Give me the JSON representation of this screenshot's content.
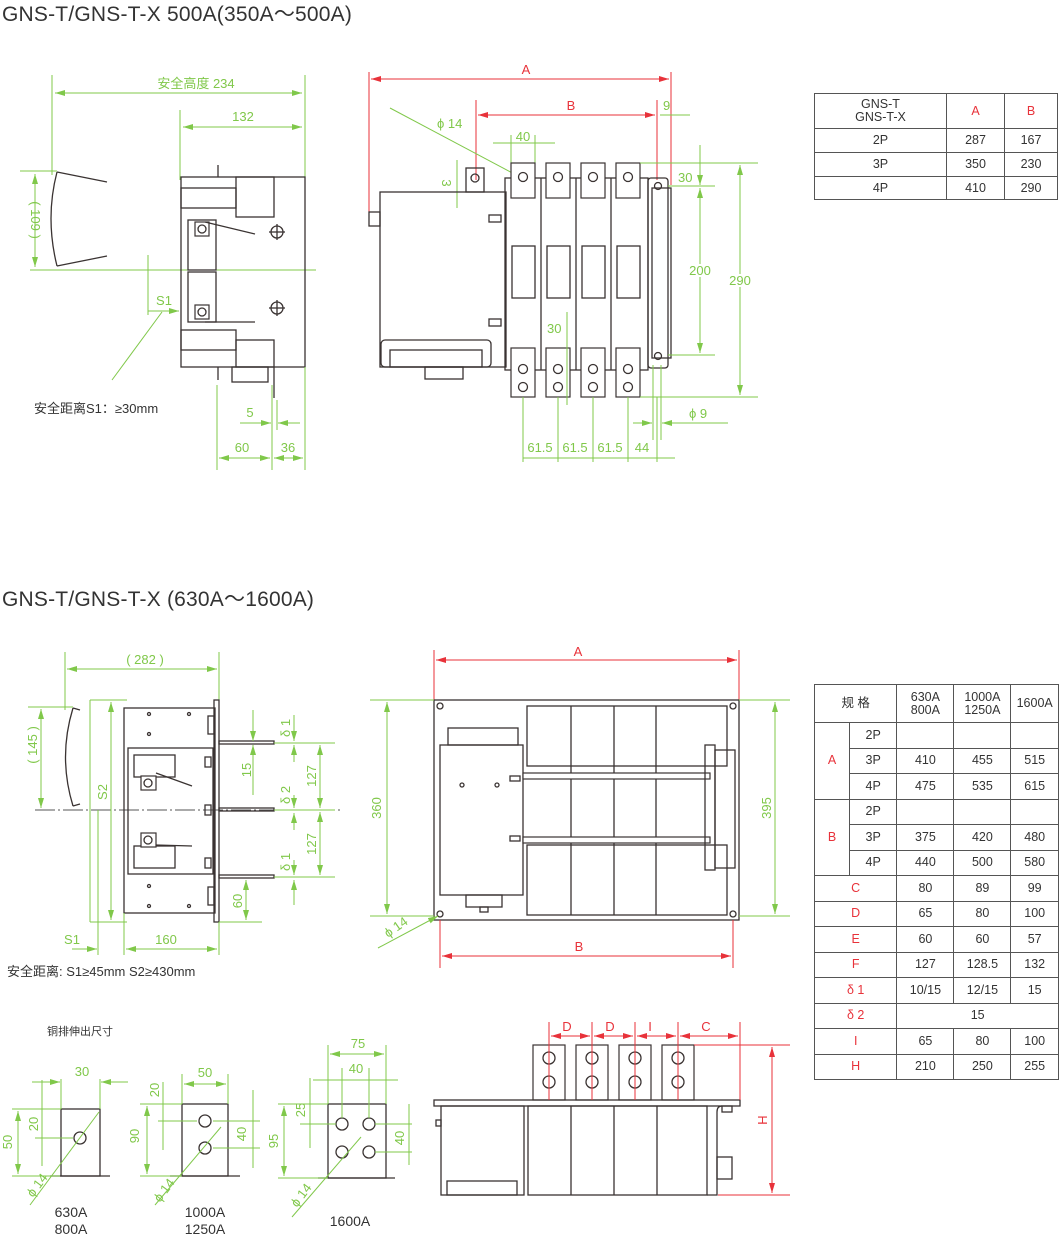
{
  "section1": {
    "title": "GNS-T/GNS-T-X 500A(350A～500A)",
    "side_view": {
      "safe_height": "安全高度 234",
      "depth": "132",
      "handle_height": "( 109 )",
      "s1": "S1",
      "safe_distance_note": "安全距离S1：≥30mm",
      "dim_5": "5",
      "dim_60": "60",
      "dim_36": "36"
    },
    "front_view": {
      "dim_a": "A",
      "dim_b": "B",
      "dim_9": "9",
      "hole_dia": "ϕ 14",
      "terminal_width": "40",
      "dim_3": "3",
      "dim_30_top": "30",
      "dim_200": "200",
      "dim_290": "290",
      "dim_30_mid": "30",
      "mount_hole": "ϕ 9",
      "pitch_1": "61.5",
      "pitch_2": "61.5",
      "pitch_3": "61.5",
      "dim_44": "44"
    },
    "table": {
      "header_model": [
        "GNS-T",
        "GNS-T-X"
      ],
      "header_a": "A",
      "header_b": "B",
      "rows": [
        {
          "pole": "2P",
          "a": "287",
          "b": "167"
        },
        {
          "pole": "3P",
          "a": "350",
          "b": "230"
        },
        {
          "pole": "4P",
          "a": "410",
          "b": "290"
        }
      ]
    }
  },
  "section2": {
    "title": "GNS-T/GNS-T-X (630A～1600A)",
    "side_view": {
      "depth": "( 282 )",
      "handle_height": "( 145 )",
      "s2": "S2",
      "s1": "S1",
      "width_160": "160",
      "delta1_top": "δ 1",
      "dim_15": "15",
      "dim_127_top": "127",
      "delta2": "δ 2",
      "dim_127_bottom": "127",
      "delta1_bottom": "δ 1",
      "dim_60": "60",
      "safe_distance_note": "安全距离: S1≥45mm  S2≥430mm"
    },
    "front_view": {
      "dim_a": "A",
      "dim_b": "B",
      "dim_360": "360",
      "dim_395": "395",
      "mount_hole": "ϕ 14"
    },
    "copper_bar": {
      "title": "铜排伸出尺寸",
      "bar_630": {
        "width": "30",
        "hole_offset": "20",
        "length": "50",
        "hole": "ϕ 14",
        "label_1": "630A",
        "label_2": "800A"
      },
      "bar_1000": {
        "width": "50",
        "hole_offset": "20",
        "length": "90",
        "hole_pitch": "40",
        "hole": "ϕ 14",
        "label_1": "1000A",
        "label_2": "1250A"
      },
      "bar_1600": {
        "width": "75",
        "hole_pitch_h": "40",
        "hole_offset": "25",
        "length": "95",
        "hole_pitch_v": "40",
        "hole": "ϕ 14",
        "label_1": "1600A"
      }
    },
    "bottom_view": {
      "dim_d1": "D",
      "dim_d2": "D",
      "dim_i": "I",
      "dim_c": "C",
      "dim_h": "H"
    },
    "table": {
      "header_spec": "规 格",
      "columns": [
        [
          "630A",
          "800A"
        ],
        [
          "1000A",
          "1250A"
        ],
        [
          "1600A"
        ]
      ],
      "group_a": "A",
      "group_b": "B",
      "a_rows": [
        {
          "pole": "2P",
          "v": [
            "",
            "",
            ""
          ]
        },
        {
          "pole": "3P",
          "v": [
            "410",
            "455",
            "515"
          ]
        },
        {
          "pole": "4P",
          "v": [
            "475",
            "535",
            "615"
          ]
        }
      ],
      "b_rows": [
        {
          "pole": "2P",
          "v": [
            "",
            "",
            ""
          ]
        },
        {
          "pole": "3P",
          "v": [
            "375",
            "420",
            "480"
          ]
        },
        {
          "pole": "4P",
          "v": [
            "440",
            "500",
            "580"
          ]
        }
      ],
      "rows": [
        {
          "name": "C",
          "v": [
            "80",
            "89",
            "99"
          ]
        },
        {
          "name": "D",
          "v": [
            "65",
            "80",
            "100"
          ]
        },
        {
          "name": "E",
          "v": [
            "60",
            "60",
            "57"
          ]
        },
        {
          "name": "F",
          "v": [
            "127",
            "128.5",
            "132"
          ]
        },
        {
          "name": "δ 1",
          "v": [
            "10/15",
            "12/15",
            "15"
          ]
        }
      ],
      "delta2": {
        "name": "δ 2",
        "v": "15"
      },
      "rows_tail": [
        {
          "name": "I",
          "v": [
            "65",
            "80",
            "100"
          ]
        },
        {
          "name": "H",
          "v": [
            "210",
            "250",
            "255"
          ]
        }
      ]
    }
  },
  "colors": {
    "dimension": "#80c84a",
    "key_dimension": "#e8323a",
    "outline": "#3a3332"
  }
}
